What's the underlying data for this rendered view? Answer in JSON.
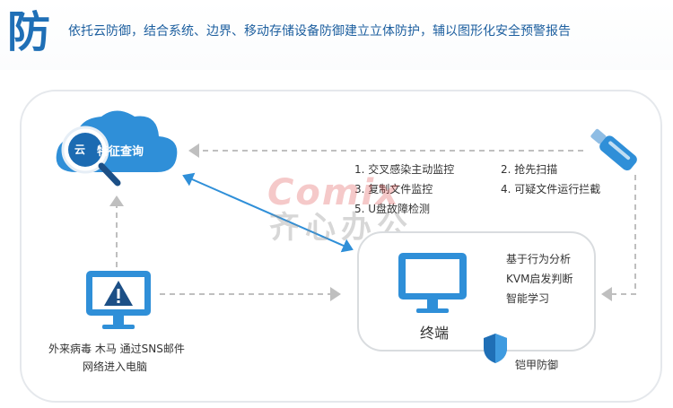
{
  "header": {
    "char": "防",
    "text": "依托云防御，结合系统、边界、移动存储设备防御建立立体防护，辅以图形化安全预警报告"
  },
  "cloud": {
    "small_label": "云",
    "label": "特征查询"
  },
  "features": [
    "1.  交叉感染主动监控",
    "2.  抢先扫描",
    "3.  复制文件监控",
    "4.  可疑文件运行拦截",
    "5.  U盘故障检测"
  ],
  "endpoint": {
    "label": "终端",
    "features": [
      "基于行为分析",
      "KVM启发判断",
      "智能学习"
    ]
  },
  "threat": {
    "line1": "外来病毒  木马 通过SNS邮件",
    "line2": "网络进入电脑"
  },
  "shield": {
    "label": "铠甲防御"
  },
  "watermark": {
    "line1": "Comix",
    "line2": "齐心办公"
  },
  "colors": {
    "primary": "#2f8fd8",
    "dark": "#1f6fb6",
    "dash": "#bfbfbf"
  }
}
